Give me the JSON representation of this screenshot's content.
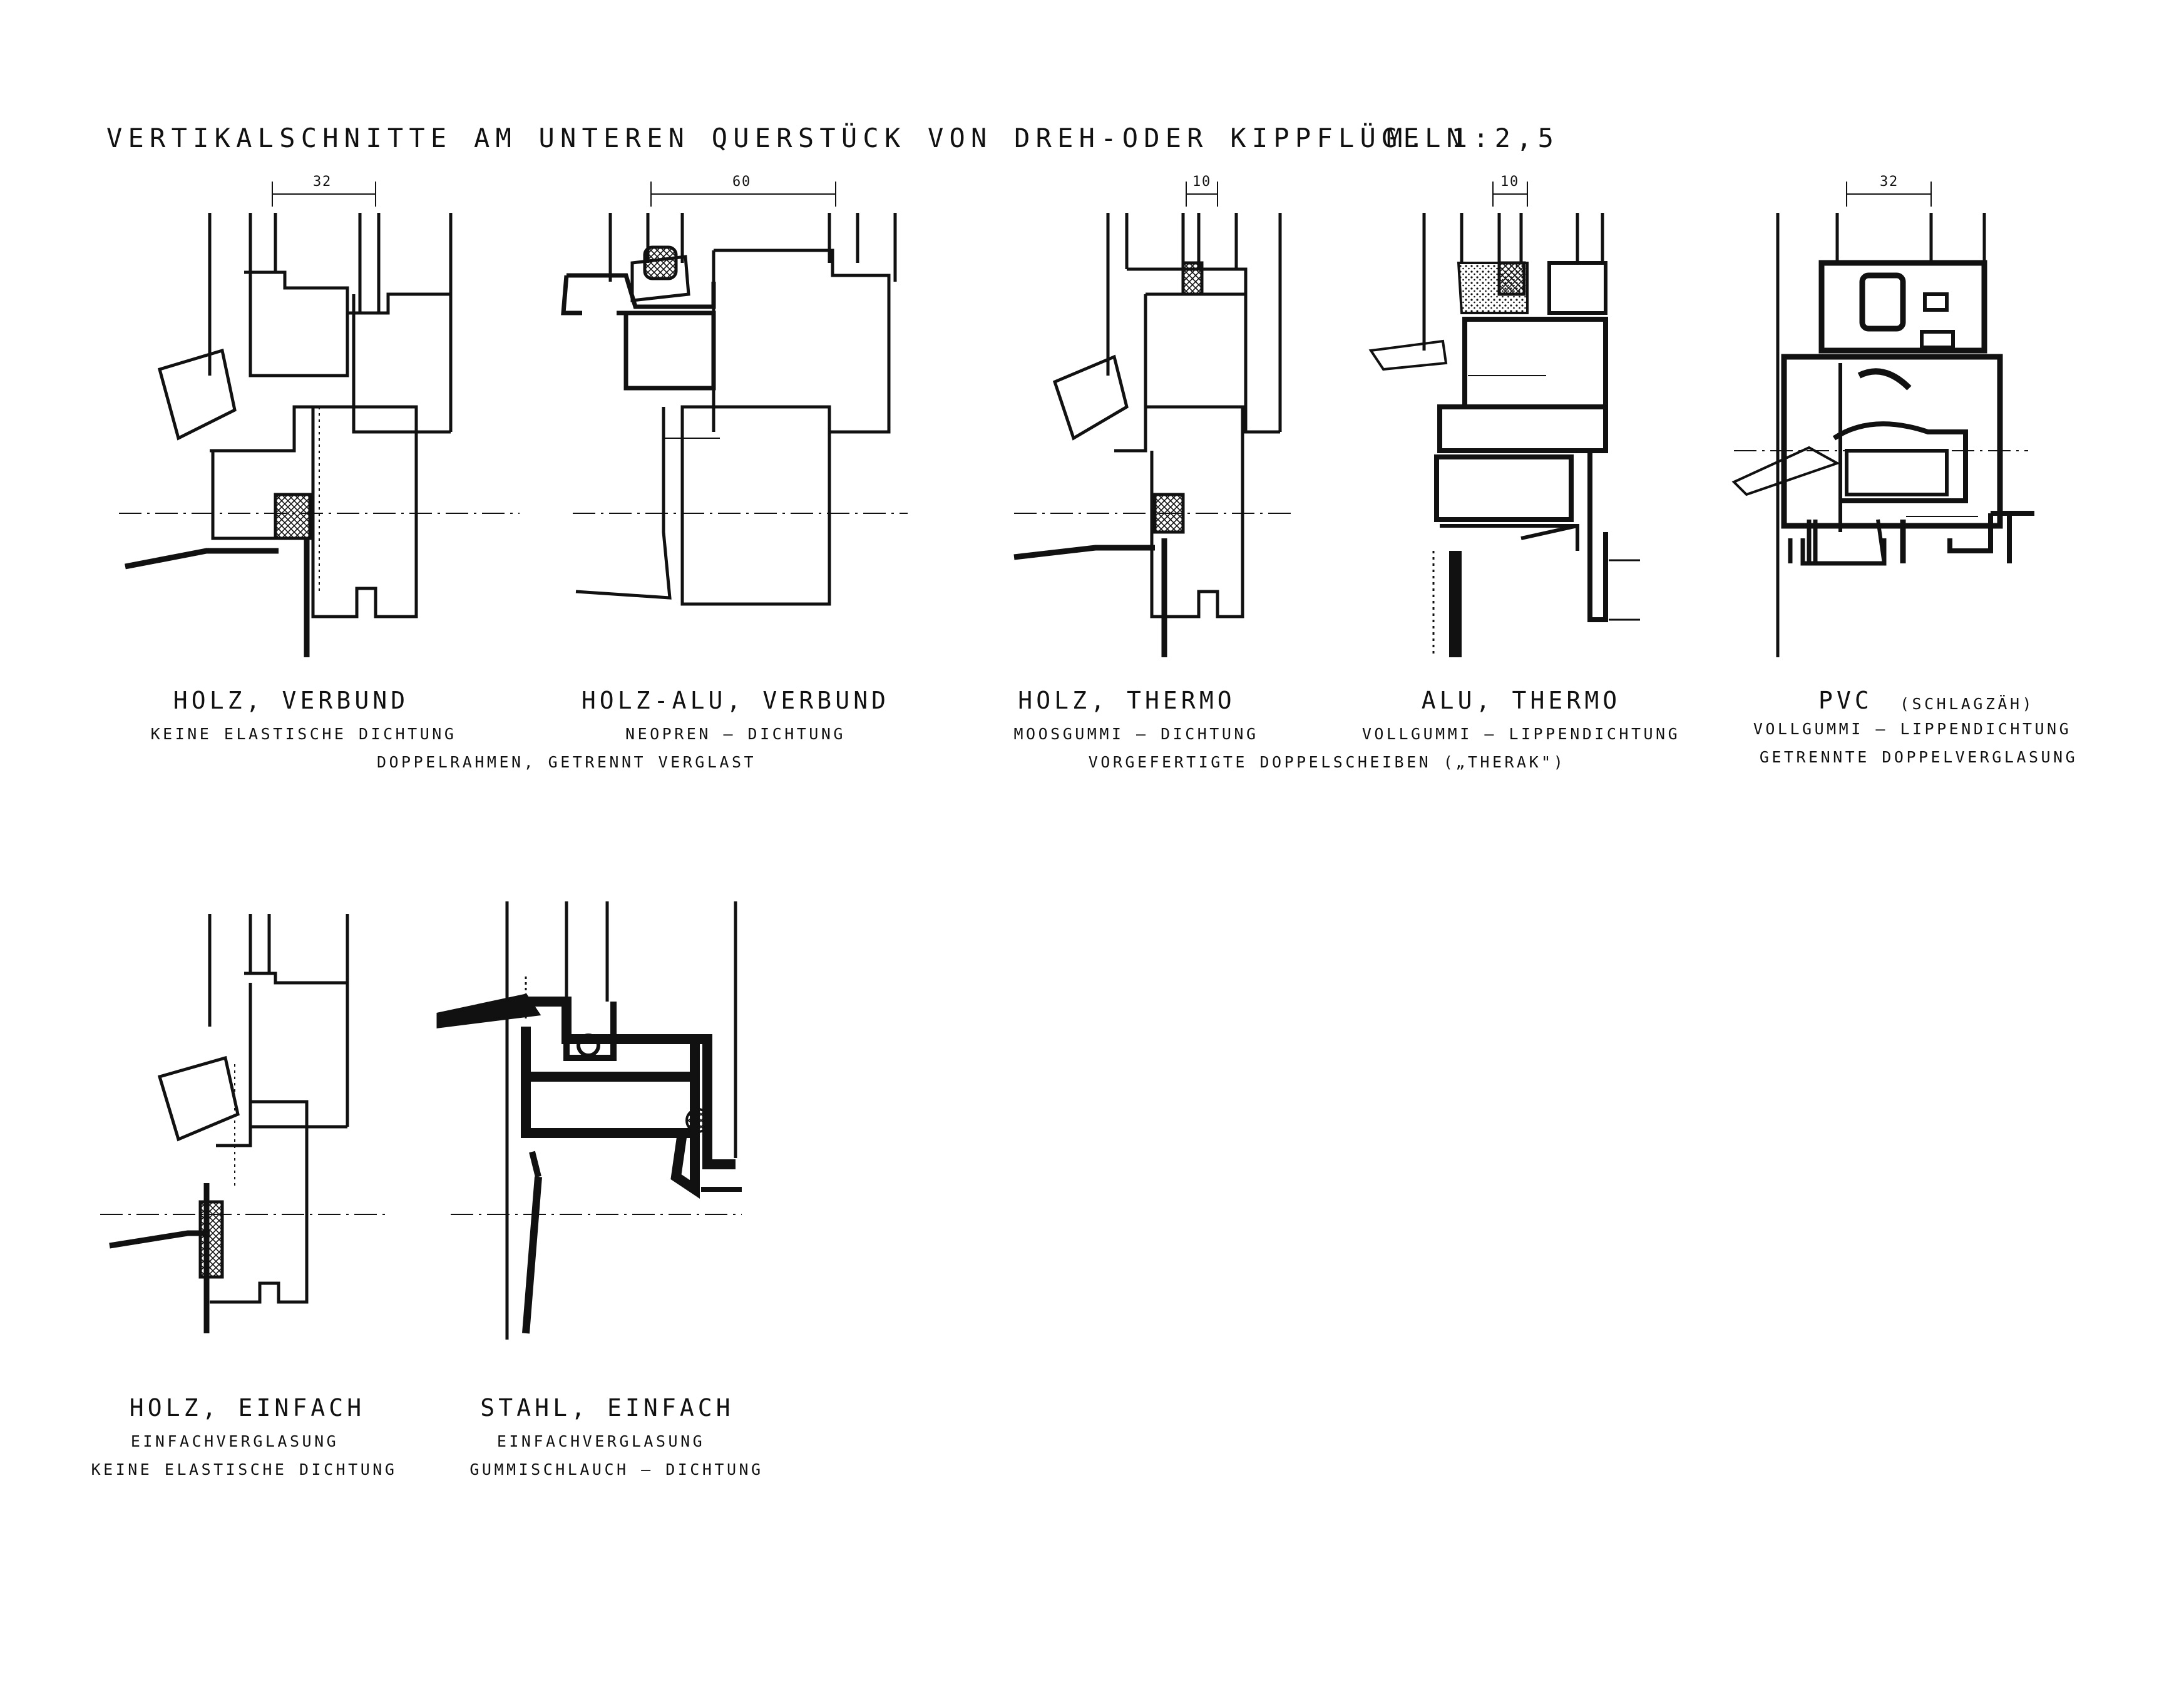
{
  "title": "VERTIKALSCHNITTE AM UNTEREN QUERSTÜCK VON DREH-ODER KIPPFLÜGELN",
  "scale": "M. 1:2,5",
  "sections": [
    {
      "name": "HOLZ, VERBUND",
      "subtitle": "KEINE ELASTISCHE DICHTUNG",
      "dimension": "32"
    },
    {
      "name": "HOLZ-ALU, VERBUND",
      "subtitle": "NEOPREN – DICHTUNG",
      "dimension": "60"
    },
    {
      "name": "HOLZ, THERMO",
      "subtitle": "MOOSGUMMI – DICHTUNG",
      "dimension": "10"
    },
    {
      "name": "ALU, THERMO",
      "subtitle": "VOLLGUMMI – LIPPENDICHTUNG",
      "dimension": "10"
    },
    {
      "name": "PVC",
      "name_note": "(SCHLAGZÄH)",
      "subtitle": "VOLLGUMMI – LIPPENDICHTUNG",
      "subtitle2": "GETRENNTE DOPPELVERGLASUNG",
      "dimension": "32"
    },
    {
      "name": "HOLZ, EINFACH",
      "subtitle": "EINFACHVERGLASUNG",
      "subtitle2": "KEINE ELASTISCHE DICHTUNG"
    },
    {
      "name": "STAHL, EINFACH",
      "subtitle": "EINFACHVERGLASUNG",
      "subtitle2": "GUMMISCHLAUCH – DICHTUNG"
    }
  ],
  "shared_notes": {
    "wood_composite": "DOPPELRAHMEN, GETRENNT VERGLAST",
    "thermo": "VORGEFERTIGTE DOPPELSCHEIBEN („THERAK\")"
  }
}
